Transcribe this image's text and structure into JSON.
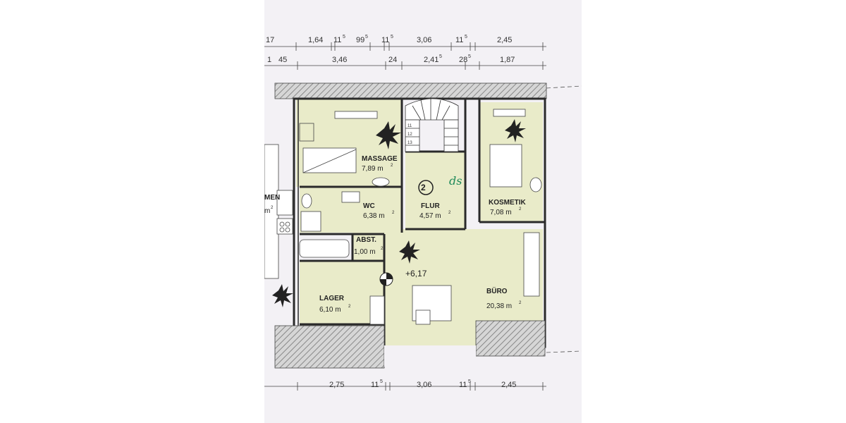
{
  "colors": {
    "paper": "#f3f1f5",
    "room_fill": "#e9ebc9",
    "wall": "#2a2a2a",
    "hatch": "#8a8a8a",
    "handwriting": "#1f8a5a"
  },
  "dims_top_1": {
    "a": "17",
    "b": "1,64",
    "c": "11",
    "c_sup": "5",
    "d": "99",
    "d_sup": "5",
    "e": "11",
    "e_sup": "5",
    "f": "3,06",
    "g": "11",
    "g_sup": "5",
    "h": "2,45"
  },
  "dims_top_2": {
    "a": "1",
    "b": "45",
    "c": "3,46",
    "d": "24",
    "e": "2,41",
    "e_sup": "5",
    "f": "28",
    "f_sup": "5",
    "g": "1,87"
  },
  "dims_bottom": {
    "a": "2,75",
    "b": "11",
    "b_sup": "5",
    "c": "3,06",
    "d": "11",
    "d_sup": "5",
    "e": "2,45"
  },
  "rooms": {
    "massage": {
      "name": "MASSAGE",
      "area": "7,89 m",
      "unit_sup": "2"
    },
    "wc": {
      "name": "WC",
      "area": "6,38 m",
      "unit_sup": "2"
    },
    "flur": {
      "name": "FLUR",
      "area": "4,57 m",
      "unit_sup": "2",
      "number": "2"
    },
    "kosmetik": {
      "name": "KOSMETIK",
      "area": "7,08 m",
      "unit_sup": "2"
    },
    "abst": {
      "name": "ABST.",
      "area": "1,00 m",
      "unit_sup": "2"
    },
    "lager": {
      "name": "LAGER",
      "area": "6,10 m",
      "unit_sup": "2"
    },
    "buero": {
      "name": "BÜRO",
      "area": "20,38 m",
      "unit_sup": "2"
    },
    "left_partial": {
      "name": "MEN",
      "area": "m",
      "unit_sup": "2"
    }
  },
  "level": "+6,17",
  "handwritten_note": "ds",
  "stair_numbers": [
    "11",
    "12",
    "13"
  ]
}
